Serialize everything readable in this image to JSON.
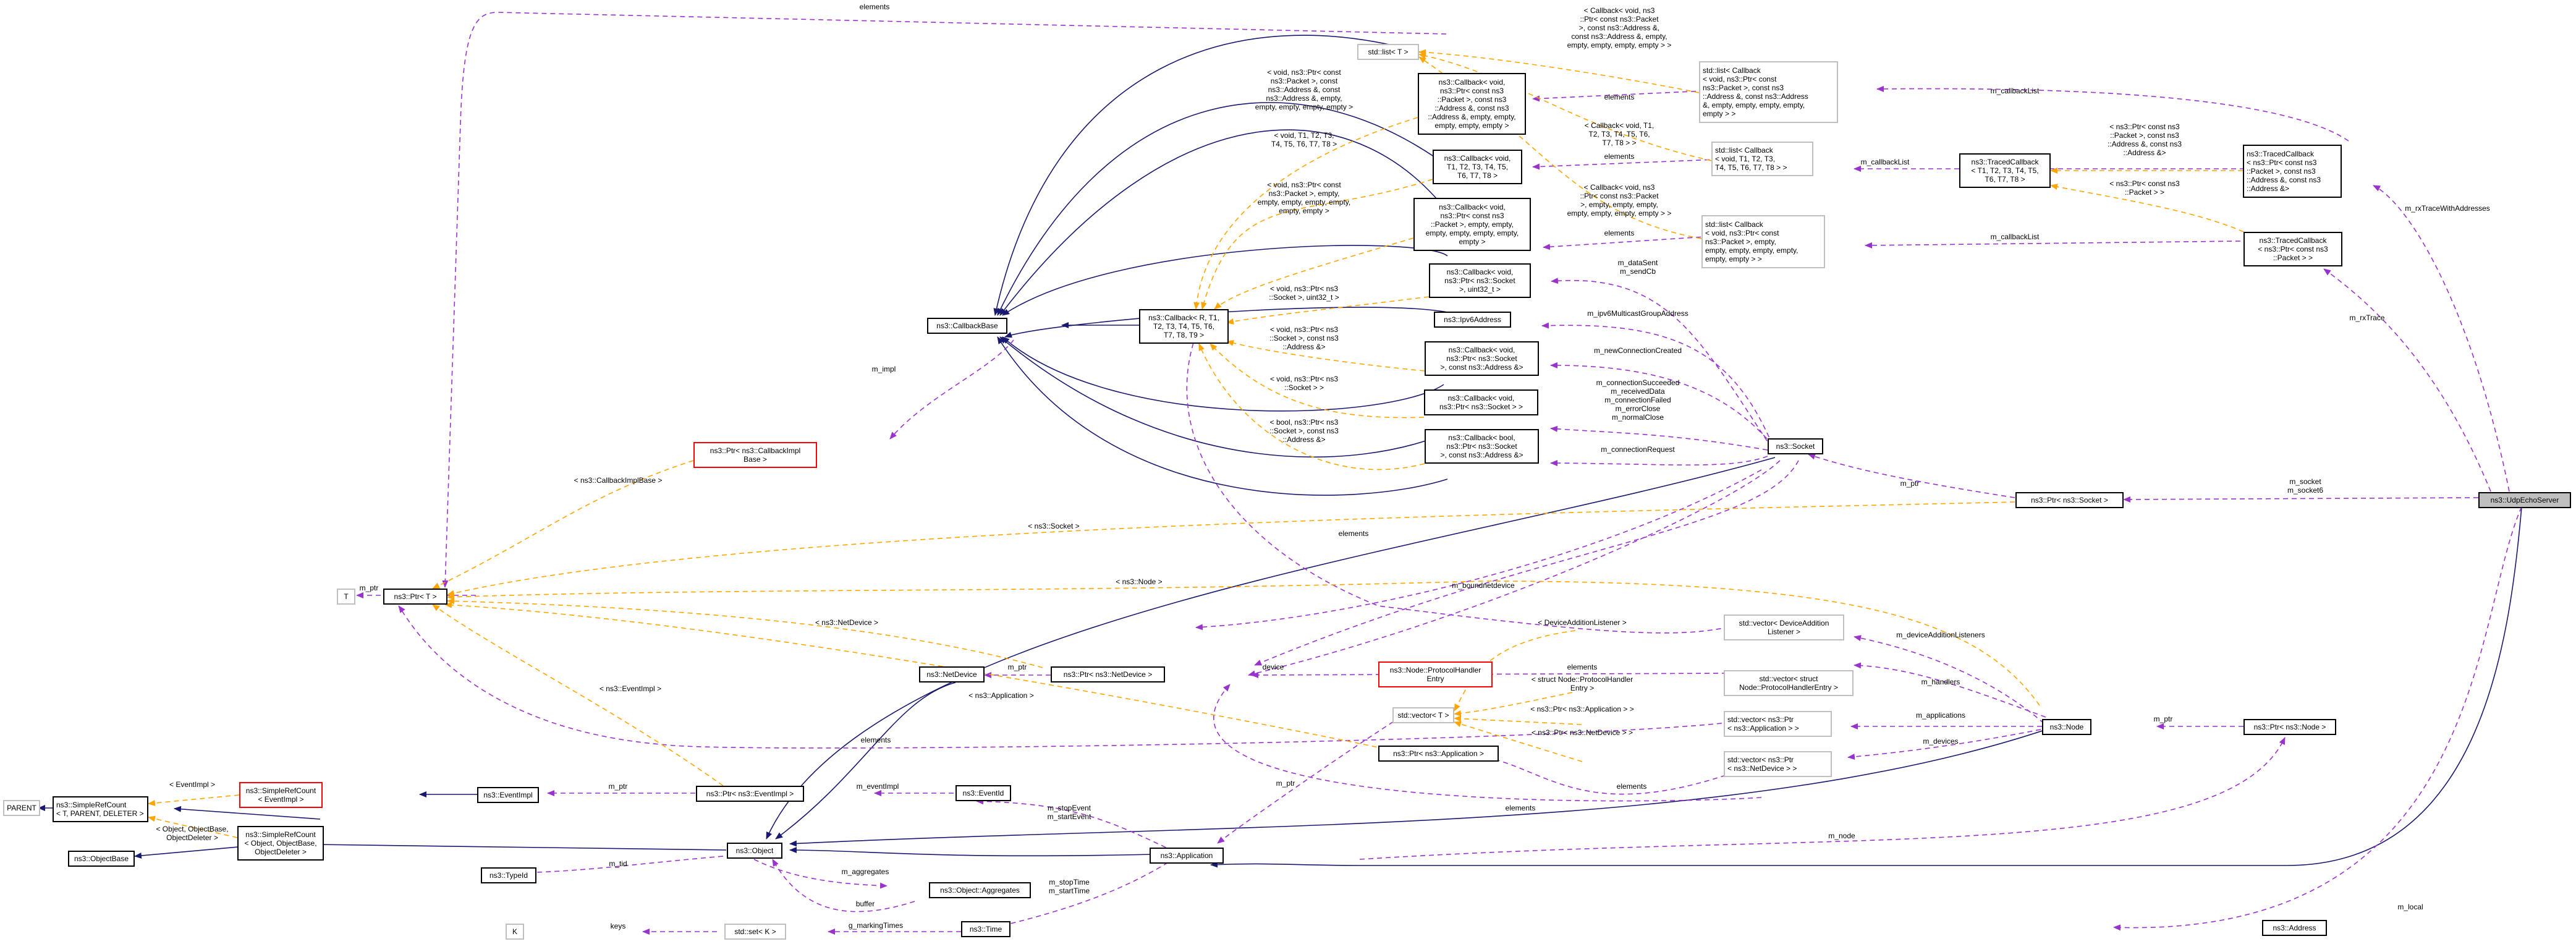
{
  "colors": {
    "inherit": "#191970",
    "member": "#9a32cd",
    "template": "#ffa500",
    "focus_fill": "#bfbfbf",
    "incomplete_border": "#ff0000",
    "undocumented_border": "#bfbfbf"
  },
  "nodes": {
    "udp_echo_server": "ns3::UdpEchoServer",
    "application": "ns3::Application",
    "object": "ns3::Object",
    "object_base": "ns3::ObjectBase",
    "simple_ref_count_tpd": "ns3::SimpleRefCount\n< T, PARENT, DELETER >",
    "parent": "PARENT",
    "simple_ref_count_obj": "ns3::SimpleRefCount\n< Object, ObjectBase,\nObjectDeleter >",
    "simple_ref_count_evt": "ns3::SimpleRefCount\n< EventImpl >",
    "event_impl": "ns3::EventImpl",
    "ptr_event_impl": "ns3::Ptr< ns3::EventImpl >",
    "event_id": "ns3::EventId",
    "type_id": "ns3::TypeId",
    "object_aggregates": "ns3::Object::Aggregates",
    "time": "ns3::Time",
    "std_set_k": "std::set< K >",
    "k": "K",
    "t": "T",
    "ptr_t": "ns3::Ptr< T >",
    "ptr_callback_impl_base": "ns3::Ptr< ns3::CallbackImpl\nBase >",
    "callback_base": "ns3::CallbackBase",
    "callback_r_t1_t9": "ns3::Callback< R, T1,\nT2, T3, T4, T5, T6,\nT7, T8, T9 >",
    "callback_pkt_addr_addr": "ns3::Callback< void,\nns3::Ptr< const ns3\n::Packet >, const ns3\n::Address &, const ns3\n::Address &, empty, empty,\nempty, empty, empty >",
    "callback_void_t1_t8": "ns3::Callback< void,\nT1, T2, T3, T4, T5,\nT6, T7, T8 >",
    "callback_pkt_empty": "ns3::Callback< void,\nns3::Ptr< const ns3\n::Packet >, empty, empty,\nempty, empty, empty, empty,\nempty >",
    "callback_socket_uint32": "ns3::Callback< void,\nns3::Ptr< ns3::Socket\n>, uint32_t >",
    "ipv6_address": "ns3::Ipv6Address",
    "callback_socket_addr": "ns3::Callback< void,\nns3::Ptr< ns3::Socket\n>, const ns3::Address &>",
    "callback_socket": "ns3::Callback< void,\nns3::Ptr< ns3::Socket > >",
    "callback_bool_socket_addr": "ns3::Callback< bool,\nns3::Ptr< ns3::Socket\n>, const ns3::Address &>",
    "std_list_t": "std::list< T >",
    "std_list_cb_pkt_addr": "std::list< Callback\n< void, ns3::Ptr< const\nns3::Packet >, const ns3\n::Address &, const ns3::Address\n&, empty, empty, empty, empty,\nempty > >",
    "std_list_cb_t1_t8": "std::list< Callback\n< void, T1, T2, T3,\nT4, T5, T6, T7, T8 > >",
    "std_list_cb_pkt_empty": "std::list< Callback\n< void, ns3::Ptr< const\nns3::Packet >, empty,\nempty, empty, empty, empty,\nempty, empty > >",
    "traced_callback_t1_t8": "ns3::TracedCallback\n< T1, T2, T3, T4, T5,\nT6, T7, T8 >",
    "traced_callback_pkt_addr": "ns3::TracedCallback\n< ns3::Ptr< const ns3\n::Packet >, const ns3\n::Address &, const ns3\n::Address &>",
    "traced_callback_pkt": "ns3::TracedCallback\n< ns3::Ptr< const ns3\n::Packet > >",
    "socket": "ns3::Socket",
    "ptr_socket": "ns3::Ptr< ns3::Socket >",
    "net_device": "ns3::NetDevice",
    "ptr_net_device": "ns3::Ptr< ns3::NetDevice >",
    "protocol_handler_entry": "ns3::Node::ProtocolHandler\nEntry",
    "std_vector_t": "std::vector< T >",
    "std_vector_dal": "std::vector< DeviceAddition\nListener >",
    "std_vector_phe": "std::vector< struct\nNode::ProtocolHandlerEntry >",
    "std_vector_ptr_app": "std::vector< ns3::Ptr\n< ns3::Application > >",
    "std_vector_ptr_nd": "std::vector< ns3::Ptr\n< ns3::NetDevice > >",
    "ptr_application": "ns3::Ptr< ns3::Application >",
    "node": "ns3::Node",
    "ptr_node": "ns3::Ptr< ns3::Node >",
    "address": "ns3::Address"
  },
  "labels": {
    "elements_top": "elements",
    "m_impl": "m_impl",
    "tpl_callback_impl_base": "< ns3::CallbackImplBase >",
    "m_ptr_t": "m_ptr",
    "tpl_socket": "< ns3::Socket >",
    "tpl_node": "< ns3::Node >",
    "tpl_net_device": "< ns3::NetDevice >",
    "tpl_event_impl": "< ns3::EventImpl >",
    "tpl_application": "< ns3::Application >",
    "elements_vec_t": "elements",
    "tpl_eventimpl_src": "< EventImpl >",
    "tpl_obj_base_deleter": "< Object, ObjectBase,\nObjectDeleter >",
    "m_ptr_eventimpl": "m_ptr",
    "m_eventimpl": "m_eventImpl",
    "m_tid": "m_tid",
    "m_aggregates": "m_aggregates",
    "buffer": "buffer",
    "keys": "keys",
    "g_marking_times": "g_markingTimes",
    "m_stop_start_event": "m_stopEvent\nm_startEvent",
    "m_stop_start_time": "m_stopTime\nm_startTime",
    "m_ptr_app": "m_ptr",
    "m_ptr_netdevice": "m_ptr",
    "device": "device",
    "elements_app": "elements",
    "elements_nd": "elements",
    "m_node": "m_node",
    "tpl_cb_pkt_addr_addr": "< void, ns3::Ptr< const\nns3::Packet >, const\nns3::Address &, const\nns3::Address &, empty,\nempty, empty, empty, empty >",
    "tpl_cb_t1_t8": "< void, T1, T2, T3,\nT4, T5, T6, T7, T8 >",
    "tpl_cb_pkt_empty": "< void, ns3::Ptr< const\nns3::Packet >, empty,\nempty, empty, empty, empty,\nempty, empty >",
    "tpl_cb_socket_uint32": "< void, ns3::Ptr< ns3\n::Socket >, uint32_t >",
    "tpl_cb_socket_addr": "< void, ns3::Ptr< ns3\n::Socket >, const ns3\n::Address &>",
    "tpl_cb_socket": "< void, ns3::Ptr< ns3\n::Socket > >",
    "tpl_cb_bool_socket_addr": "< bool, ns3::Ptr< ns3\n::Socket >, const ns3\n::Address &>",
    "tpl_list_cb_pkt_addr": "< Callback< void, ns3\n::Ptr< const ns3::Packet\n>, const ns3::Address &,\nconst ns3::Address &, empty,\nempty, empty, empty, empty > >",
    "tpl_list_cb_t1_t8": "< Callback< void, T1,\nT2, T3, T4, T5, T6,\nT7, T8 > >",
    "tpl_list_cb_pkt_empty": "< Callback< void, ns3\n::Ptr< const ns3::Packet\n>, empty, empty, empty,\nempty, empty, empty, empty > >",
    "elements_cb1": "elements",
    "elements_cb2": "elements",
    "elements_cb3": "elements",
    "m_callback_list_1": "m_callbackList",
    "m_callback_list_2": "m_callbackList",
    "m_callback_list_3": "m_callbackList",
    "tpl_tc_pkt_addr": "< ns3::Ptr< const ns3\n::Packet >, const ns3\n::Address &, const ns3\n::Address &>",
    "tpl_tc_pkt": "< ns3::Ptr< const ns3\n::Packet > >",
    "m_rx_trace_with_addresses": "m_rxTraceWithAddresses",
    "m_rx_trace": "m_rxTrace",
    "m_data_sent": "m_dataSent\nm_sendCb",
    "m_ipv6_mcast": "m_ipv6MulticastGroupAddress",
    "m_new_conn": "m_newConnectionCreated",
    "m_conn_group": "m_connectionSucceeded\nm_receivedData\nm_connectionFailed\nm_errorClose\nm_normalClose",
    "m_conn_request": "m_connectionRequest",
    "elements_socket": "elements",
    "m_bound_net_device": "m_boundnetdevice",
    "m_ptr_socket": "m_ptr",
    "m_socket": "m_socket\nm_socket6",
    "tpl_dal": "< DeviceAdditionListener >",
    "elements_phe": "elements",
    "tpl_phe": "< struct Node::ProtocolHandler\nEntry >",
    "tpl_ptr_app": "< ns3::Ptr< ns3::Application > >",
    "tpl_ptr_nd": "< ns3::Ptr< ns3::NetDevice > >",
    "m_device_addition_listeners": "m_deviceAdditionListeners",
    "m_handlers": "m_handlers",
    "m_applications": "m_applications",
    "m_devices": "m_devices",
    "m_ptr_node": "m_ptr",
    "m_local": "m_local"
  }
}
